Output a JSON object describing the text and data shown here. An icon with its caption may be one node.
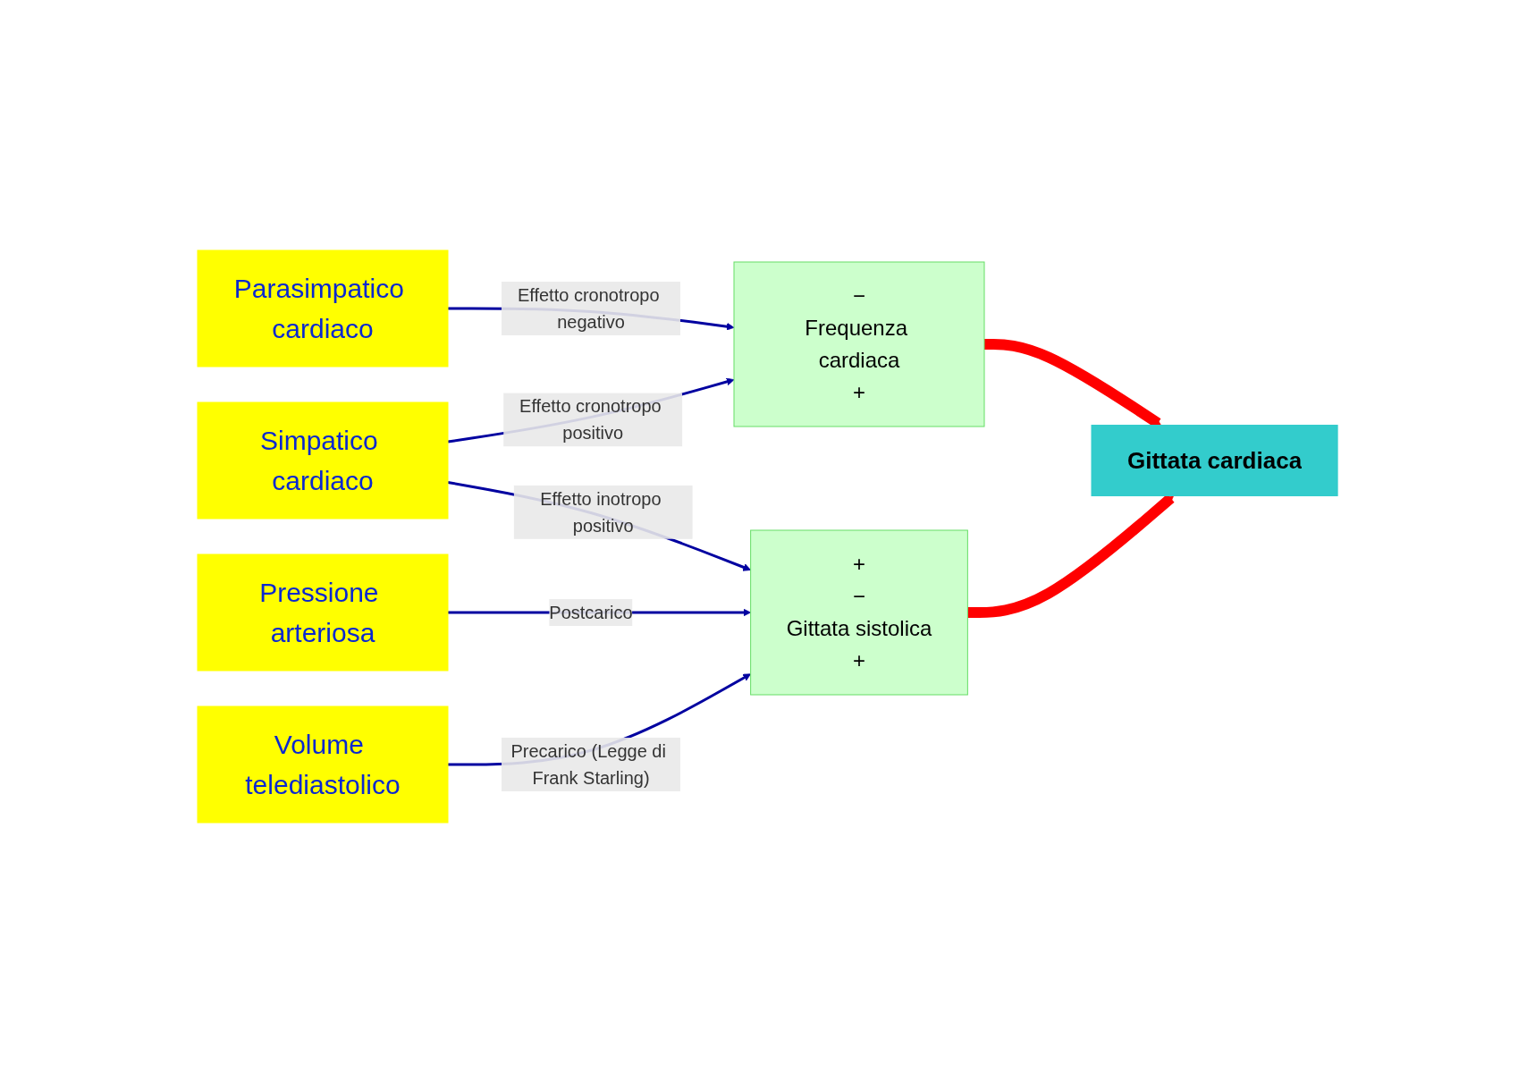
{
  "diagram": {
    "nodes": [
      {
        "text": [
          "Parasimpatico cardiaco"
        ]
      },
      {
        "text": [
          "−",
          "Frequenza cardiaca",
          "+"
        ]
      },
      {
        "text": [
          "Simpatico cardiaco"
        ]
      },
      {
        "text": [
          "Gittata cardiaca"
        ]
      },
      {
        "text": [
          "+",
          "−",
          "Gittata sistolica",
          "+"
        ]
      },
      {
        "text": [
          "Pressione arteriosa"
        ]
      },
      {
        "text": [
          "Volume telediastolico"
        ]
      }
    ],
    "edges": [
      {
        "from": 0,
        "to": 1,
        "label": "Effetto cronotropo negativo",
        "arrow": "to"
      },
      {
        "from": 2,
        "to": 1,
        "label": "Effetto cronotropo positivo",
        "arrow": "to"
      },
      {
        "from": 2,
        "to": 4,
        "label": "Effetto inotropo positivo",
        "arrow": "to"
      },
      {
        "from": 5,
        "to": 4,
        "label": "Postcarico",
        "arrow": "to"
      },
      {
        "from": 6,
        "to": 4,
        "label": "Precarico (Legge di Frank Starling)",
        "arrow": "to"
      },
      {
        "from": 1,
        "to": 3,
        "arrow": "to",
        "style": "thick",
        "color": "#ff0000"
      },
      {
        "from": 4,
        "to": 3,
        "arrow": "to",
        "style": "thick",
        "color": "#ff0000"
      }
    ]
  }
}
